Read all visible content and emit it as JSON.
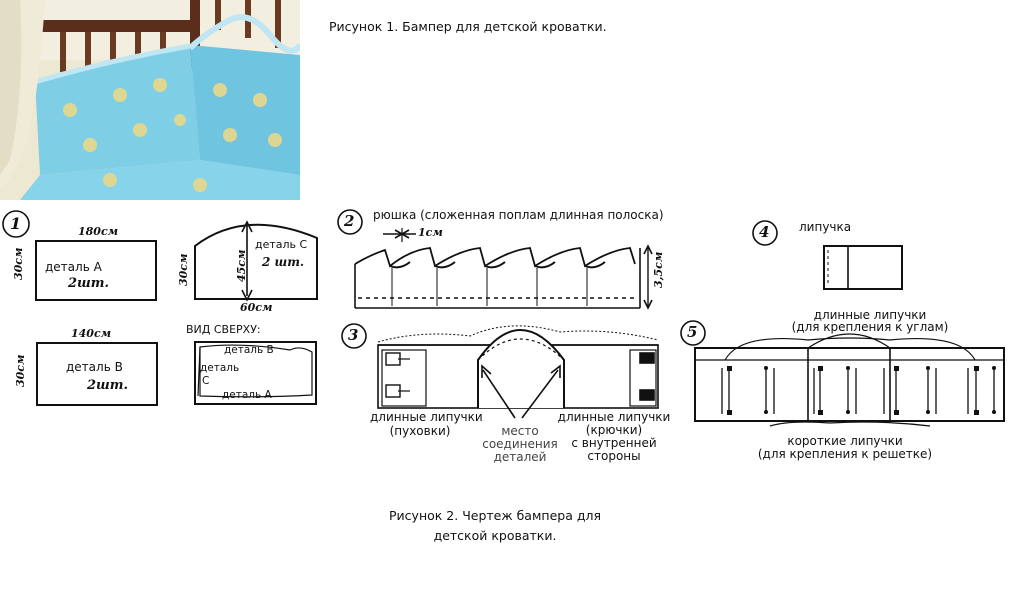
{
  "figure1": {
    "caption": "Рисунок 1. Бампер для детской кроватки."
  },
  "figure2": {
    "caption_line1": "Рисунок 2. Чертеж бампера для",
    "caption_line2": "детской кроватки."
  },
  "panel1": {
    "number": "1",
    "partA": {
      "width": "180см",
      "height": "30см",
      "label": "деталь А",
      "qty": "2шт."
    },
    "partB": {
      "width": "140см",
      "height": "30см",
      "label": "деталь В",
      "qty": "2шт."
    },
    "partC": {
      "height": "30см",
      "arch": "45см",
      "width": "60см",
      "label": "деталь С",
      "qty": "2 шт."
    },
    "top_view": {
      "title": "ВИД СВЕРХУ:",
      "label_b": "деталь В",
      "label_c1": "деталь",
      "label_c2": "С",
      "label_a": "деталь А"
    }
  },
  "panel2": {
    "number": "2",
    "title": "рюшка (сложенная поплам длинная полоска)",
    "fold": "1см",
    "height": "3,5см"
  },
  "panel3": {
    "number": "3",
    "left_label_1": "длинные липучки",
    "left_label_2": "(пуховки)",
    "center_label_1": "место",
    "center_label_2": "соединения",
    "center_label_3": "деталей",
    "right_label_1": "длинные липучки",
    "right_label_2": "(крючки)",
    "right_label_3": "с внутренней",
    "right_label_4": "стороны"
  },
  "panel4": {
    "number": "4",
    "title": "липучка"
  },
  "panel5": {
    "number": "5",
    "top_label_1": "длинные липучки",
    "top_label_2": "(для крепления к углам)",
    "bottom_label_1": "короткие липучки",
    "bottom_label_2": "(для крепления к решетке)"
  },
  "colors": {
    "bumper_blue": "#7ecfe6",
    "crib_wood": "#5a2e1a",
    "curtain": "#ece8d2",
    "ink": "#111111"
  }
}
